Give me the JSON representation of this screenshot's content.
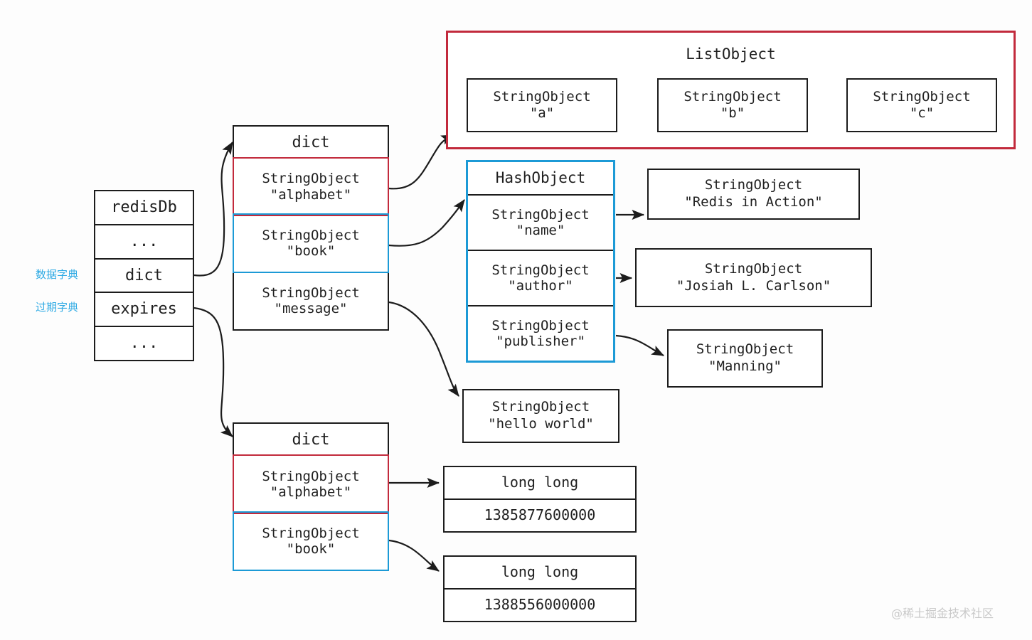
{
  "diagram": {
    "title": "Redis database key-space and expires dictionary object graph",
    "colors": {
      "highlight_red": "#c22a3c",
      "highlight_blue": "#1c9ad6",
      "stroke": "#1c1c1c",
      "annotation_blue": "#2eaae4",
      "watermark_gray": "#c9c9c9",
      "background": "#fdfdfd"
    }
  },
  "redisdb": {
    "rows": [
      {
        "label": "redisDb"
      },
      {
        "label": "..."
      },
      {
        "label": "dict"
      },
      {
        "label": "expires"
      },
      {
        "label": "..."
      }
    ]
  },
  "annotations": {
    "data_dict": "数据字典",
    "expires_dict": "过期字典"
  },
  "data_dict": {
    "header": "dict",
    "entries": [
      {
        "line1": "StringObject",
        "line2": "\"alphabet\"",
        "highlight": "red"
      },
      {
        "line1": "StringObject",
        "line2": "\"book\"",
        "highlight": "blue"
      },
      {
        "line1": "StringObject",
        "line2": "\"message\"",
        "highlight": "none"
      }
    ]
  },
  "expires_dict": {
    "header": "dict",
    "entries": [
      {
        "line1": "StringObject",
        "line2": "\"alphabet\"",
        "highlight": "red"
      },
      {
        "line1": "StringObject",
        "line2": "\"book\"",
        "highlight": "blue"
      }
    ]
  },
  "list_object": {
    "title": "ListObject",
    "nodes": [
      {
        "line1": "StringObject",
        "line2": "\"a\""
      },
      {
        "line1": "StringObject",
        "line2": "\"b\""
      },
      {
        "line1": "StringObject",
        "line2": "\"c\""
      }
    ]
  },
  "hash_object": {
    "header": "HashObject",
    "fields": [
      {
        "line1": "StringObject",
        "line2": "\"name\""
      },
      {
        "line1": "StringObject",
        "line2": "\"author\""
      },
      {
        "line1": "StringObject",
        "line2": "\"publisher\""
      }
    ]
  },
  "values": {
    "name": {
      "line1": "StringObject",
      "line2": "\"Redis in Action\""
    },
    "author": {
      "line1": "StringObject",
      "line2": "\"Josiah L. Carlson\""
    },
    "publisher": {
      "line1": "StringObject",
      "line2": "\"Manning\""
    },
    "message": {
      "line1": "StringObject",
      "line2": "\"hello world\""
    }
  },
  "expire_values": [
    {
      "type": "long long",
      "value": "1385877600000"
    },
    {
      "type": "long long",
      "value": "1388556000000"
    }
  ],
  "watermark": "@稀土掘金技术社区"
}
